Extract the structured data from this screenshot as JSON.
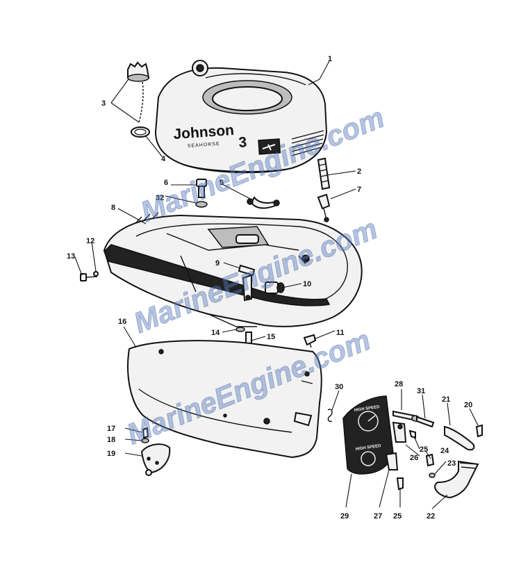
{
  "cover": {
    "brand_name": "Johnson",
    "model_number": "3",
    "model_line": "SEAHORSE"
  },
  "shift_plate": {
    "top_text": "HIGH SPEED",
    "bottom_text": "HIGH SPEED"
  },
  "watermarks": [
    "MarineEngine.com",
    "MarineEngine.com",
    "MarineEngine.com"
  ],
  "callouts": [
    "1",
    "2",
    "3",
    "4",
    "5",
    "6",
    "7",
    "8",
    "9",
    "10",
    "11",
    "12",
    "13",
    "14",
    "15",
    "16",
    "17",
    "18",
    "19",
    "20",
    "21",
    "22",
    "23",
    "24",
    "25",
    "25",
    "26",
    "27",
    "28",
    "29",
    "30",
    "31",
    "32"
  ],
  "colors": {
    "ink": "#111111",
    "watermark": "#5b7fc0",
    "paper": "#ffffff"
  }
}
